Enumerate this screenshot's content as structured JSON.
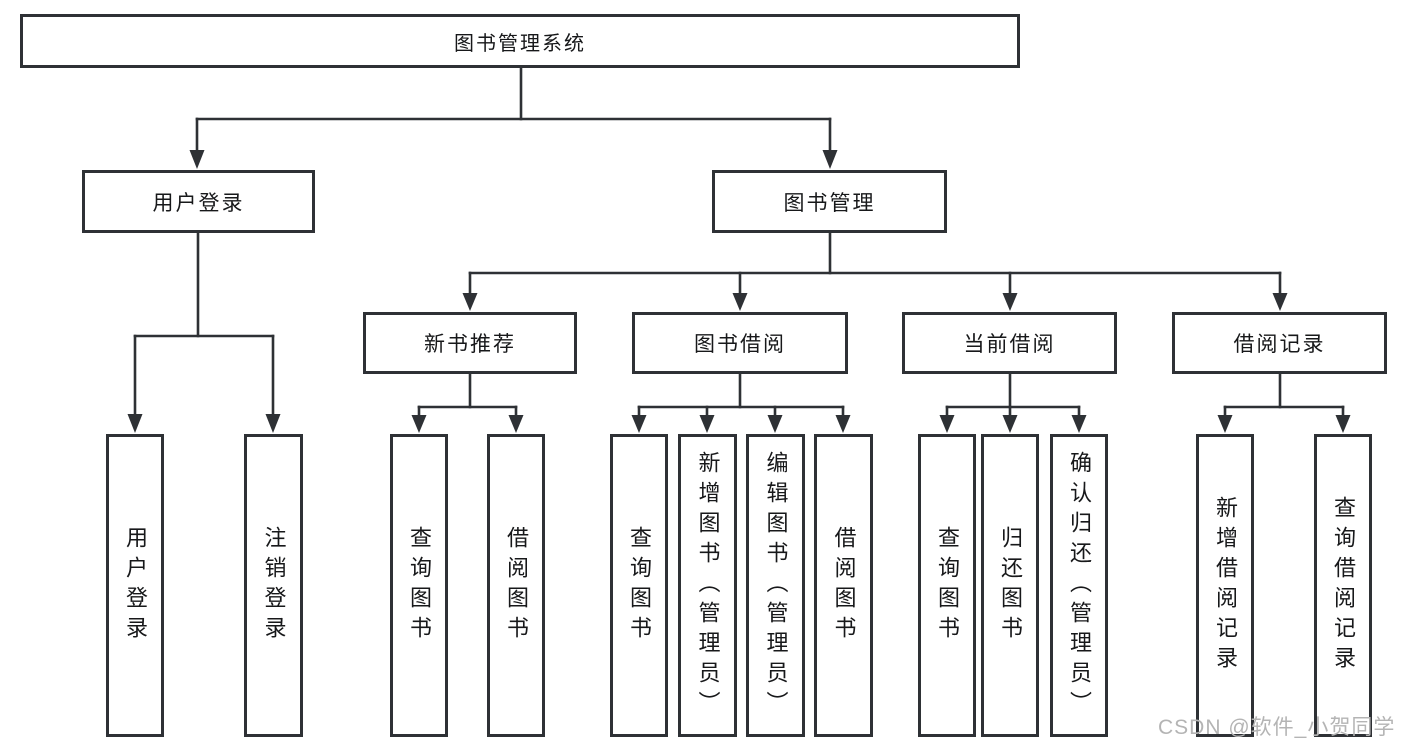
{
  "tree": {
    "root": "图书管理系统",
    "branches": [
      {
        "label": "用户登录",
        "children": [
          "用户登录",
          "注销登录"
        ]
      },
      {
        "label": "图书管理",
        "groups": [
          {
            "label": "新书推荐",
            "children": [
              "查询图书",
              "借阅图书"
            ]
          },
          {
            "label": "图书借阅",
            "children": [
              "查询图书",
              "新增图书（管理员）",
              "编辑图书（管理员）",
              "借阅图书"
            ]
          },
          {
            "label": "当前借阅",
            "children": [
              "查询图书",
              "归还图书",
              "确认归还（管理员）"
            ]
          },
          {
            "label": "借阅记录",
            "children": [
              "新增借阅记录",
              "查询借阅记录"
            ]
          }
        ]
      }
    ]
  },
  "watermark": {
    "text": "CSDN @软件_小贺同学",
    "color": "#b4b4b4"
  },
  "colors": {
    "line": "#2e3135",
    "box_border": "#2e3135",
    "background": "#ffffff",
    "text": "#17181a"
  }
}
